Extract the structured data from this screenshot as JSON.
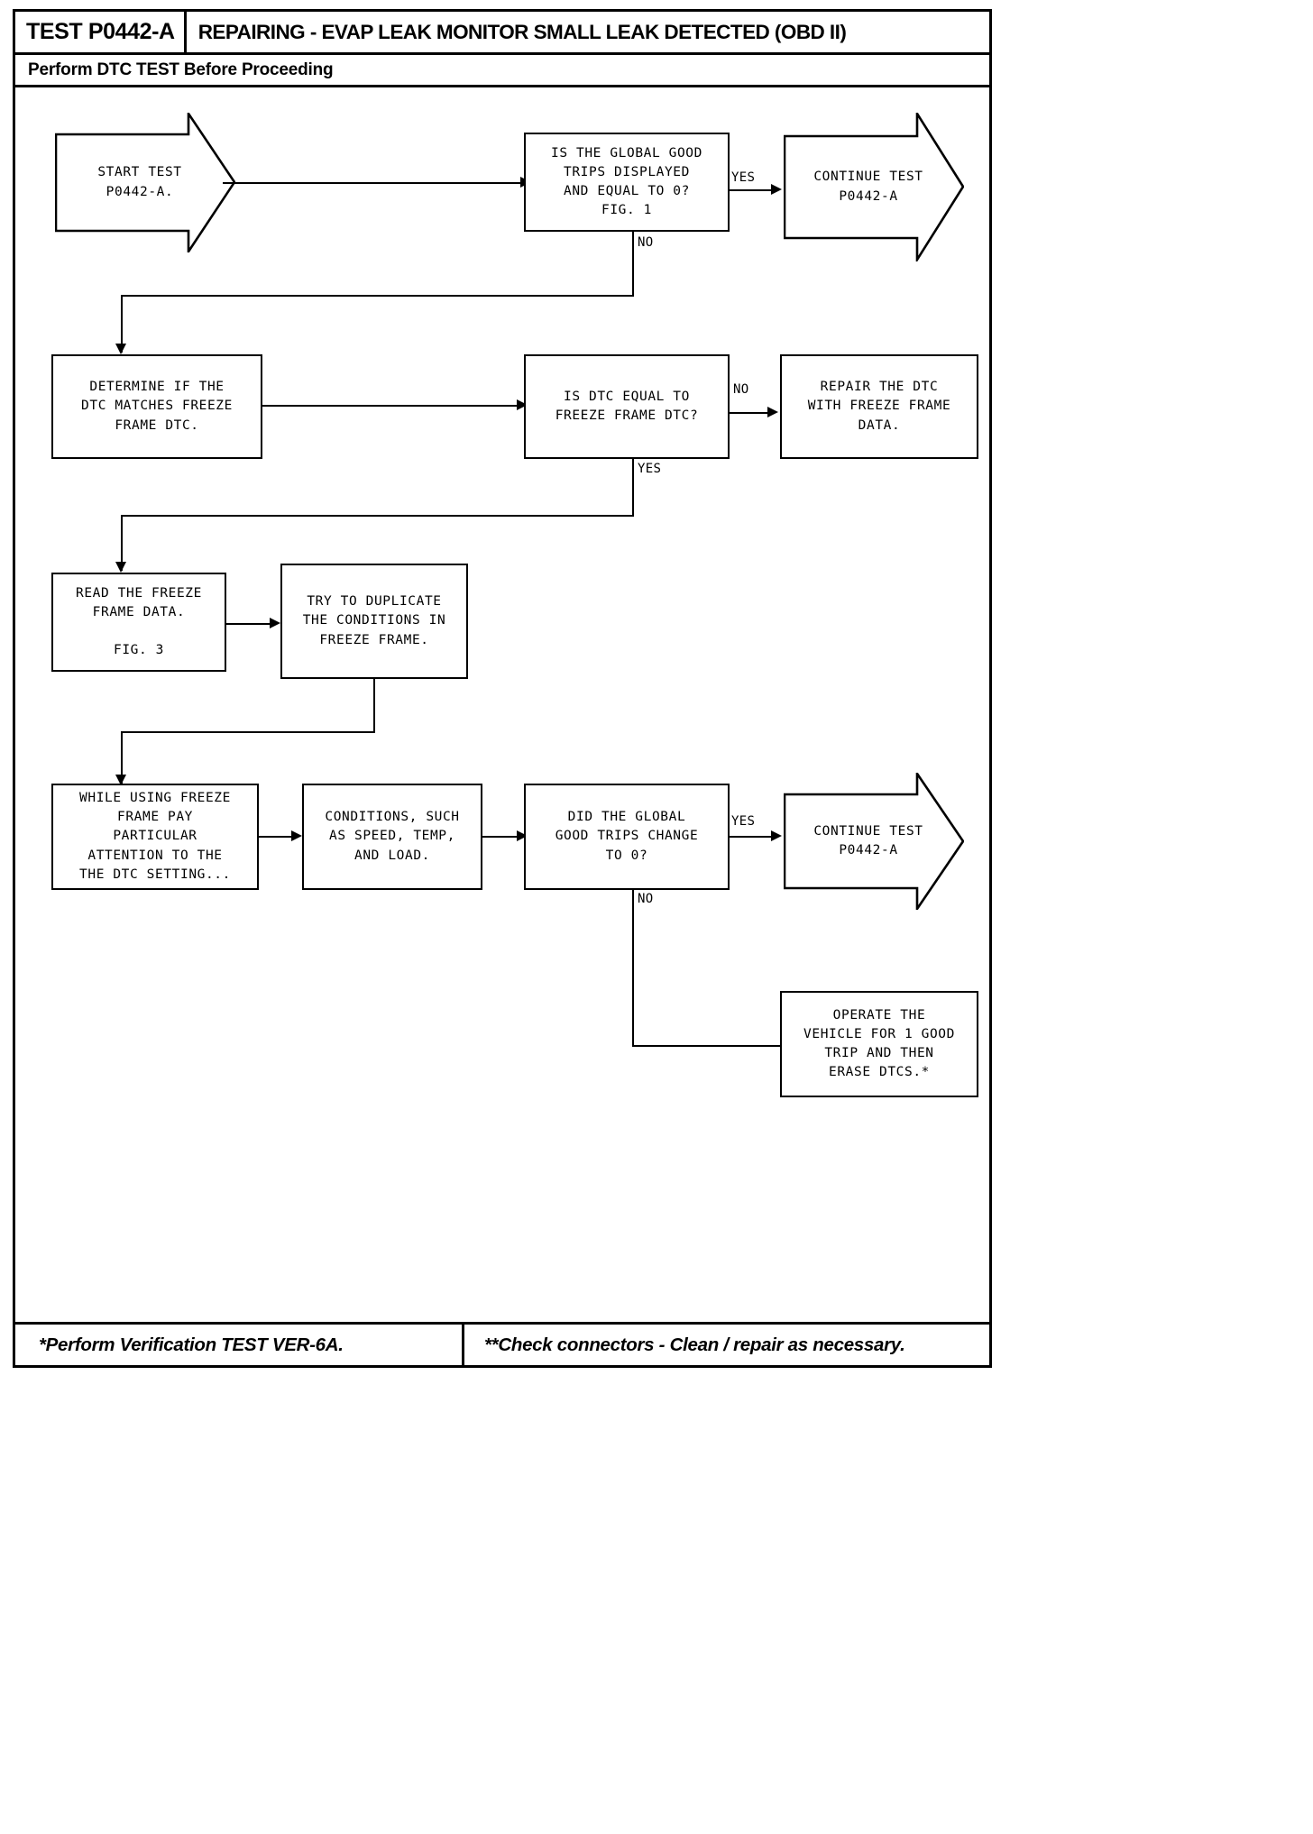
{
  "header": {
    "test_id": "TEST P0442-A",
    "title": "REPAIRING - EVAP LEAK MONITOR SMALL LEAK DETECTED (OBD II)",
    "subtitle": "Perform DTC TEST Before Proceeding"
  },
  "footer": {
    "left_note": "*Perform Verification TEST VER-6A.",
    "right_note": "**Check connectors - Clean / repair as necessary."
  },
  "flow": {
    "nodes": {
      "start": "START TEST\nP0442-A.",
      "q_global_good_trips": "IS THE GLOBAL GOOD\nTRIPS DISPLAYED\nAND EQUAL TO 0?\nFIG. 1",
      "continue_test_1": "CONTINUE TEST\nP0442-A",
      "determine_match": "DETERMINE IF THE\nDTC MATCHES FREEZE\nFRAME DTC.",
      "q_dtc_equal": "IS DTC EQUAL TO\nFREEZE FRAME DTC?",
      "repair_dtc": "REPAIR THE DTC\nWITH FREEZE FRAME\nDATA.",
      "read_freeze_frame": "READ THE FREEZE\nFRAME DATA.\n\nFIG. 3",
      "try_duplicate": "TRY TO DUPLICATE\nTHE CONDITIONS IN\nFREEZE FRAME.",
      "while_using": "WHILE USING FREEZE\nFRAME PAY\nPARTICULAR\nATTENTION TO THE\nTHE DTC SETTING...",
      "conditions": "CONDITIONS, SUCH\nAS SPEED, TEMP,\nAND LOAD.",
      "q_trips_change": "DID THE GLOBAL\nGOOD TRIPS CHANGE\nTO 0?",
      "continue_test_2": "CONTINUE TEST\nP0442-A",
      "operate_vehicle": "OPERATE THE\nVEHICLE FOR 1 GOOD\nTRIP AND THEN\nERASE DTCS.*"
    },
    "branch_labels": {
      "yes_1": "YES",
      "no_1": "NO",
      "no_2": "NO",
      "yes_2": "YES",
      "yes_3": "YES",
      "no_3": "NO"
    }
  },
  "colors": {
    "ink": "#000000",
    "paper": "#ffffff"
  }
}
